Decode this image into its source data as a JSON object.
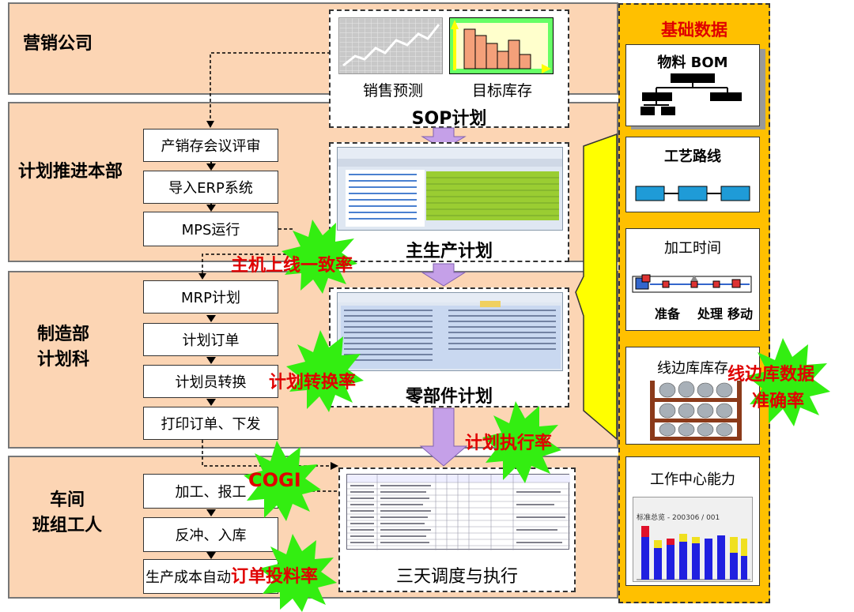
{
  "departments": {
    "marketing": "营销公司",
    "planning": "计划推进本部",
    "manufacturing": [
      "制造部",
      "计划科"
    ],
    "workshop": [
      "车间",
      "班组工人"
    ]
  },
  "planning_steps": [
    "产销存会议评审",
    "导入ERP系统",
    "MPS运行"
  ],
  "manufacturing_steps": [
    "MRP计划",
    "计划订单",
    "计划员转换",
    "打印订单、下发"
  ],
  "workshop_steps": [
    "加工、报工",
    "反冲、入库",
    "生产成本自动"
  ],
  "sop": {
    "forecast_label": "销售预测",
    "inventory_label": "目标库存",
    "title": "SOP计划"
  },
  "panels": {
    "mps": "主生产计划",
    "parts": "零部件计划",
    "dispatch": "三天调度与执行"
  },
  "basic_data": {
    "title": "基础数据",
    "bom": "物料 BOM",
    "routing": "工艺路线",
    "processing_time": "加工时间",
    "time_labels": [
      "准备",
      "处理",
      "移动"
    ],
    "line_inventory": "线边库库存",
    "work_center": "工作中心能力",
    "chart_caption": "标准总览 - 200306 / 001"
  },
  "kpis": {
    "online_consistency": "主机上线一致率",
    "plan_conversion": "计划转换率",
    "plan_execution": "计划执行率",
    "cogi": "COGI",
    "order_feeding": "订单投料率",
    "line_inventory_accuracy": [
      "线边库数据",
      "准确率"
    ]
  },
  "colors": {
    "band": "#fcd5b4",
    "side": "#ffc000",
    "flow_arrow": "#c5a0e8",
    "kpi_text": "#e00000",
    "burst": "#33ee11",
    "callout": "#ffff00"
  }
}
